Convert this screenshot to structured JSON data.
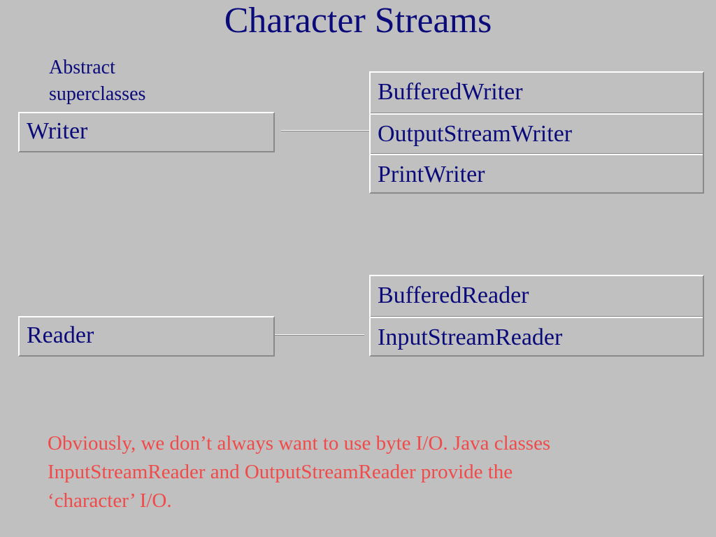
{
  "title": "Character Streams",
  "caption": {
    "line1": "Abstract",
    "line2": "superclasses"
  },
  "writer": {
    "superclass": "Writer",
    "subclasses": [
      "BufferedWriter",
      "OutputStreamWriter",
      "PrintWriter"
    ]
  },
  "reader": {
    "superclass": "Reader",
    "subclasses": [
      "BufferedReader",
      "InputStreamReader"
    ]
  },
  "note": {
    "line1": "Obviously, we don’t always want to use byte I/O.  Java classes",
    "line2": "InputStreamReader and OutputStreamReader provide the",
    "line3": "‘character’ I/O."
  },
  "colors": {
    "background": "#c0c0c0",
    "text": "#0a0a7a",
    "note": "#f04a4a"
  }
}
